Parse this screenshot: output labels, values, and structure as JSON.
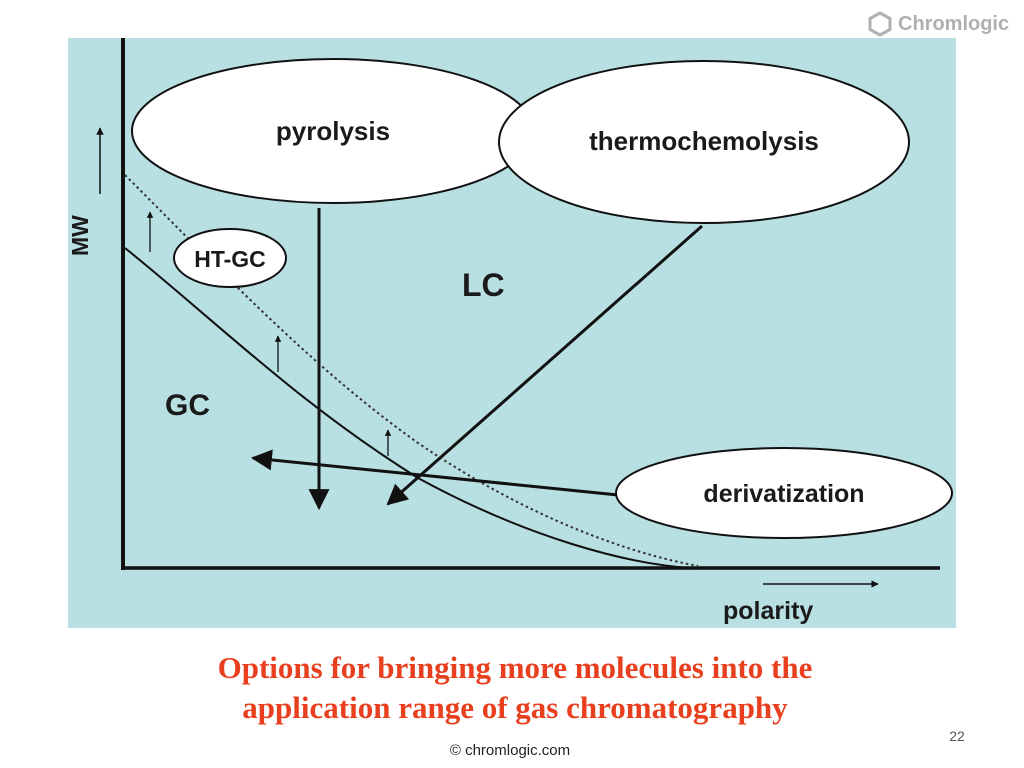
{
  "brand": {
    "name": "Chromlogic",
    "icon": "hexagon-logo-icon",
    "color": "#b0b0b0"
  },
  "diagram": {
    "background_color": "#b8dfe2",
    "y_axis_label": "MW",
    "x_axis_label": "polarity",
    "regions": {
      "gc": "GC",
      "lc": "LC"
    },
    "bubbles": {
      "pyrolysis": "pyrolysis",
      "thermochemolysis": "thermochemolysis",
      "ht_gc": "HT-GC",
      "derivatization": "derivatization"
    }
  },
  "caption": {
    "line1": "Options for bringing more molecules into the",
    "line2": "application range of gas chromatography",
    "color": "#e8401f"
  },
  "footer": {
    "credit": "© chromlogic.com",
    "page_number": "22"
  }
}
